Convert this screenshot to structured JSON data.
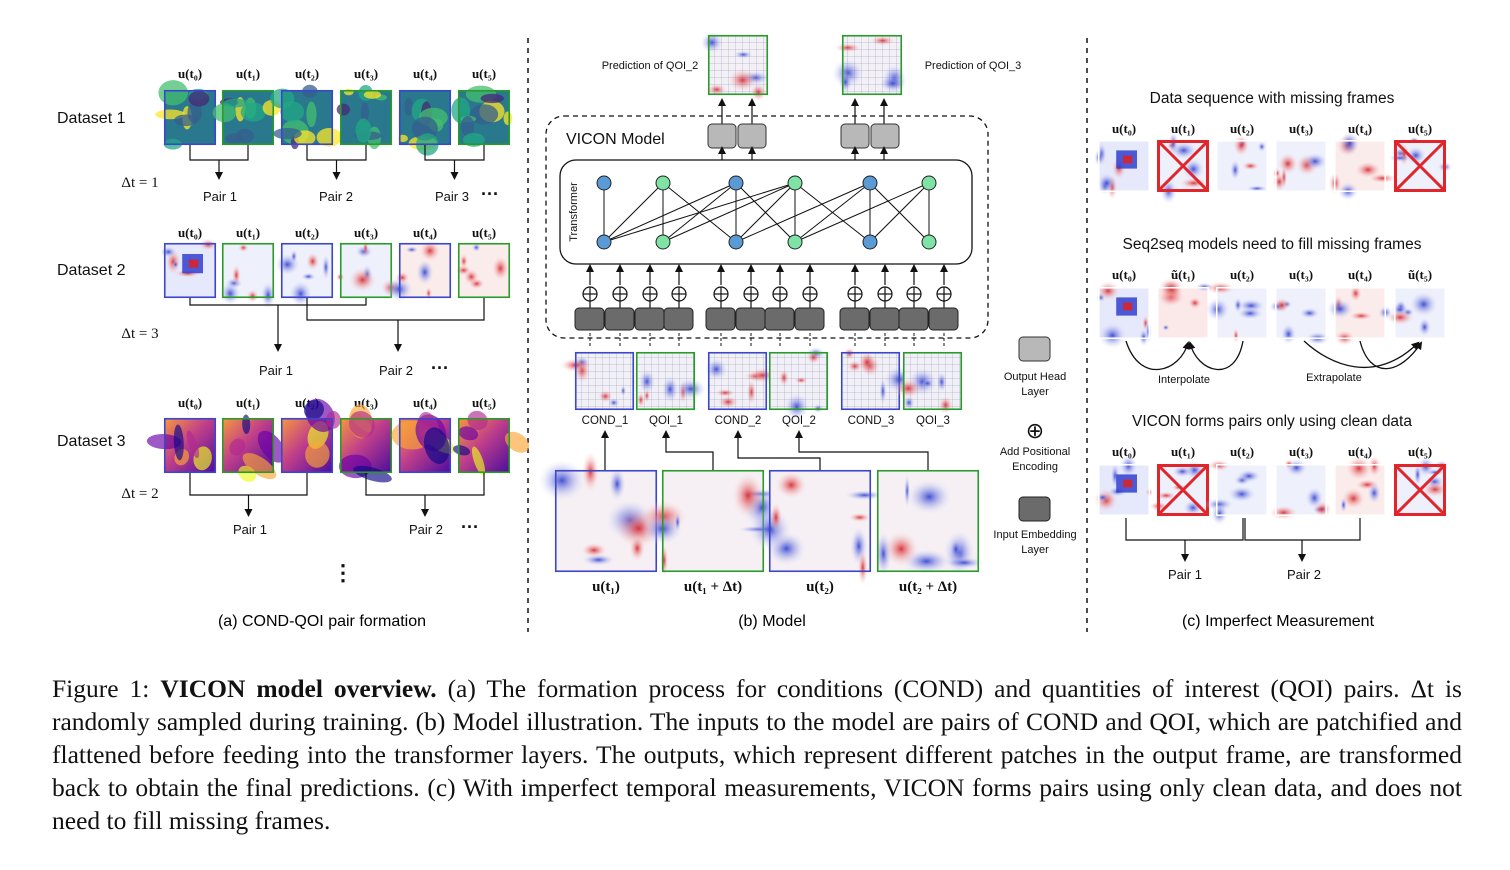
{
  "panel_a": {
    "datasets": [
      {
        "label": "Dataset 1",
        "dt": "Δt = 1",
        "frames": [
          "u(t₀)",
          "u(t₁)",
          "u(t₂)",
          "u(t₃)",
          "u(t₄)",
          "u(t₅)"
        ],
        "pairs": [
          "Pair 1",
          "Pair 2",
          "Pair 3"
        ],
        "ellipsis": "···",
        "colormap": "viridis"
      },
      {
        "label": "Dataset 2",
        "dt": "Δt = 3",
        "frames": [
          "u(t₀)",
          "u(t₁)",
          "u(t₂)",
          "u(t₃)",
          "u(t₄)",
          "u(t₅)"
        ],
        "pairs": [
          "Pair 1",
          "Pair 2"
        ],
        "ellipsis": "···",
        "colormap": "coolwarm"
      },
      {
        "label": "Dataset 3",
        "dt": "Δt = 2",
        "frames": [
          "u(t₀)",
          "u(t₁)",
          "u(t₂)",
          "u(t₃)",
          "u(t₄)",
          "u(t₅)"
        ],
        "pairs": [
          "Pair 1",
          "Pair 2"
        ],
        "ellipsis": "···",
        "colormap": "plasma"
      }
    ],
    "vdots": "⋮",
    "caption": "(a) COND-QOI pair formation"
  },
  "panel_b": {
    "prediction_left": "Prediction of QOI_2",
    "prediction_right": "Prediction of QOI_3",
    "model_label": "VICON Model",
    "transformer_label": "Transformer",
    "token_labels": [
      "COND_1",
      "QOI_1",
      "COND_2",
      "QOI_2",
      "COND_3",
      "QOI_3"
    ],
    "input_labels": [
      "u(t₁)",
      "u(t₁ + Δt)",
      "u(t₂)",
      "u(t₂ + Δt)"
    ],
    "legend": {
      "output_head": "Output Head Layer",
      "positional": "Add Positional Encoding",
      "positional_symbol": "⊕",
      "embedding": "Input Embedding Layer"
    },
    "caption": "(b) Model"
  },
  "panel_c": {
    "row1_title": "Data sequence with missing frames",
    "row1_frames": [
      "u(t₀)",
      "u(t₁)",
      "u(t₂)",
      "u(t₃)",
      "u(t₄)",
      "u(t₅)"
    ],
    "row2_title": "Seq2seq models need to fill missing frames",
    "row2_frames": [
      "u(t₀)",
      "ũ(t₁)",
      "u(t₂)",
      "u(t₃)",
      "u(t₄)",
      "ũ(t₅)"
    ],
    "interpolate": "Interpolate",
    "extrapolate": "Extrapolate",
    "row3_title": "VICON forms pairs only using clean data",
    "row3_frames": [
      "u(t₀)",
      "u(t₁)",
      "u(t₂)",
      "u(t₃)",
      "u(t₄)",
      "u(t₅)"
    ],
    "pairs": [
      "Pair 1",
      "Pair 2"
    ],
    "caption": "(c) Imperfect Measurement"
  },
  "caption": {
    "prefix": "Figure 1: ",
    "bold": "VICON model overview.",
    "body": " (a) The formation process for conditions (COND) and quantities of interest (QOI) pairs. Δt is randomly sampled during training. (b) Model illustration. The inputs to the model are pairs of COND and QOI, which are patchified and flattened before feeding into the transformer layers. The outputs, which represent different patches in the output frame, are transformed back to obtain the final predictions. (c) With imperfect temporal measurements, VICON forms pairs using only clean data, and does not need to fill missing frames."
  },
  "colors": {
    "cond_border": "#3b46c9",
    "qoi_border": "#2a9a2a",
    "node_blue": "#5b9bd5",
    "node_green": "#7fe3a6",
    "missing": "#e0262b",
    "block_dark": "#6b6b6b",
    "block_light": "#b8b8b8"
  }
}
